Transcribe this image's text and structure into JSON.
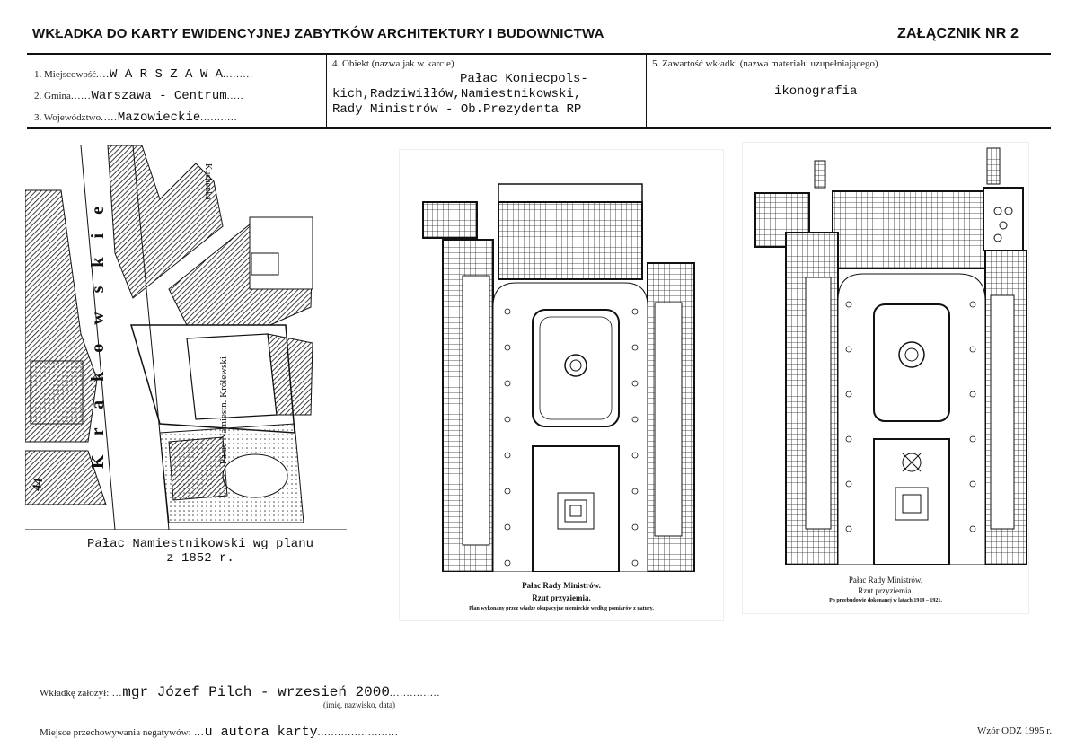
{
  "header": {
    "title": "WKŁADKA DO KARTY EWIDENCYJNEJ ZABYTKÓW ARCHITEKTURY I BUDOWNICTWA",
    "annex": "ZAŁĄCZNIK NR 2"
  },
  "fields": {
    "miejscowosc_label": "1. Miejscowość",
    "miejscowosc_value": "W A R S Z A W A",
    "gmina_label": "2. Gmina",
    "gmina_value": "Warszawa - Centrum",
    "wojewodztwo_label": "3. Województwo",
    "wojewodztwo_value": "Mazowieckie",
    "obiekt_label": "4. Obiekt (nazwa jak w karcie)",
    "obiekt_line1": "Pałac Koniecpols-",
    "obiekt_line2": "kich,Radziwiłłów,Namiestnikowski,",
    "obiekt_line3": "Rady Ministrów - Ob.Prezydenta RP",
    "zawartosc_label": "5. Zawartość wkładki (nazwa materiału uzupełniającego)",
    "zawartosc_value": "ikonografia"
  },
  "images": {
    "map_caption_line1": "Pałac Namiestnikowski wg planu",
    "map_caption_line2": "z 1852 r.",
    "map_labels": {
      "street": "K r a k o w s k i e",
      "palace": "Pałac Namiestn. Królewski",
      "kitchen": "Kuchenka",
      "house_no": "44"
    },
    "plan1_caption_line1": "Pałac Rady Ministrów.",
    "plan1_caption_line2": "Rzut przyziemia.",
    "plan1_caption_line3": "Plan wykonany przez władze okupacyjne niemieckie według pomiarów z natury.",
    "plan2_caption_line1": "Pałac Rady Ministrów.",
    "plan2_caption_line2": "Rzut przyziemia.",
    "plan2_caption_line3": "Po przebudowie dokonanej w latach 1919 – 1921."
  },
  "footer": {
    "author_label": "Wkładkę założył:",
    "author_value": "mgr Józef Pilch - wrzesień 2000",
    "author_hint": "(imię, nazwisko, data)",
    "storage_label": "Miejsce przechowywania negatywów:",
    "storage_value": "u autora karty",
    "form_code": "Wzór ODZ 1995 r."
  }
}
